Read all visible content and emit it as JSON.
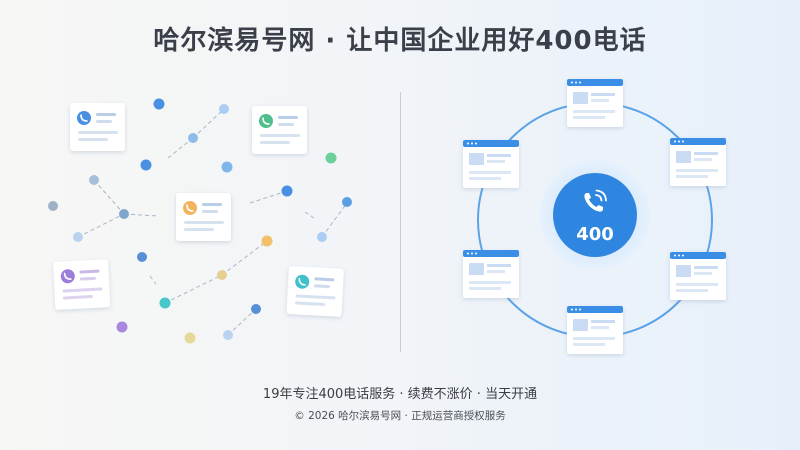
{
  "title": "哈尔滨易号网 · 让中国企业用好400电话",
  "hub": {
    "label": "400",
    "icon": "phone-ringing-icon"
  },
  "tagline": "19年专注400电话服务 · 续费不涨价 · 当天开通",
  "footer": "© 2026 哈尔滨易号网 · 正规运营商授权服务",
  "colors": {
    "accent": "#3a8ee6",
    "ring": "#5aa3e8",
    "card_icon_blue": "#4a90e2",
    "card_icon_green": "#4cbf8a",
    "card_icon_orange": "#f3b35c",
    "card_icon_purple": "#9b7ed9",
    "card_icon_teal": "#3ec1c9"
  }
}
